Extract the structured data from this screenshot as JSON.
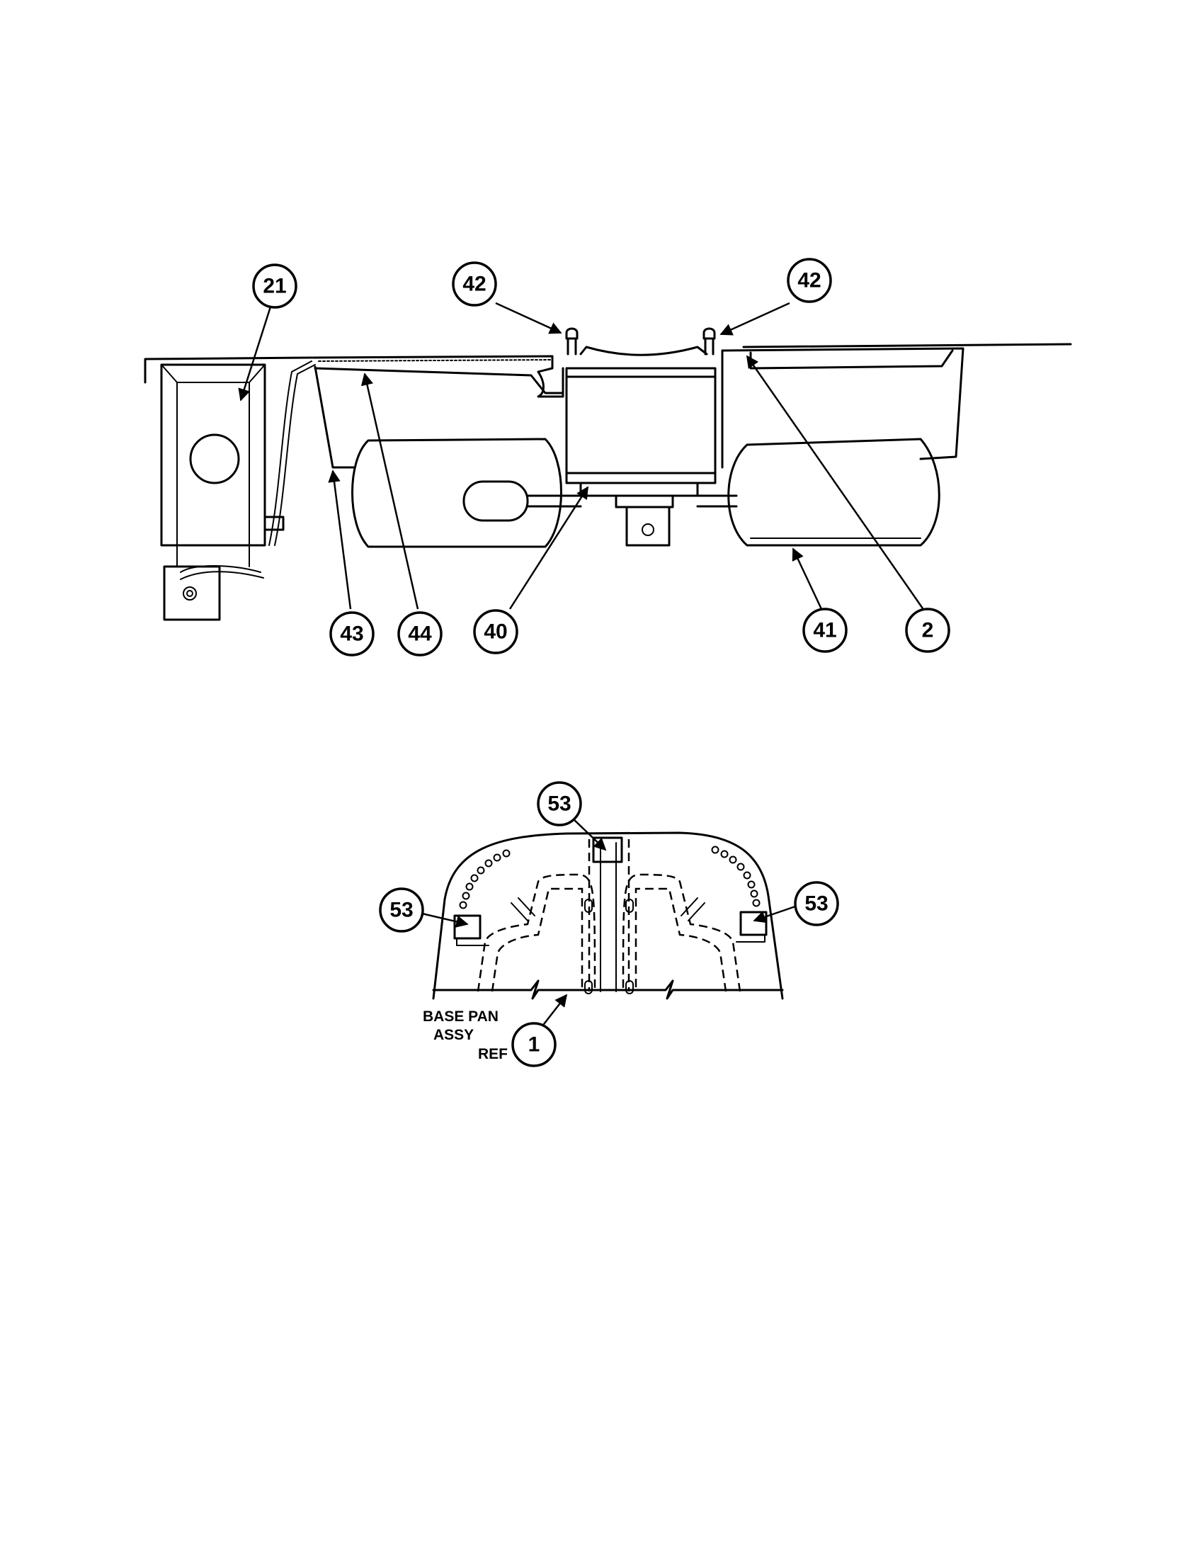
{
  "upper_view": {
    "callouts": {
      "item_21": "21",
      "item_42_left": "42",
      "item_42_right": "42",
      "item_43": "43",
      "item_44": "44",
      "item_40": "40",
      "item_41": "41",
      "item_2": "2"
    }
  },
  "lower_view": {
    "callouts": {
      "item_53_top": "53",
      "item_53_left": "53",
      "item_53_right": "53",
      "item_1": "1"
    },
    "reference_note": {
      "line1": "BASE PAN",
      "line2": "ASSY",
      "line3": "REF"
    }
  }
}
